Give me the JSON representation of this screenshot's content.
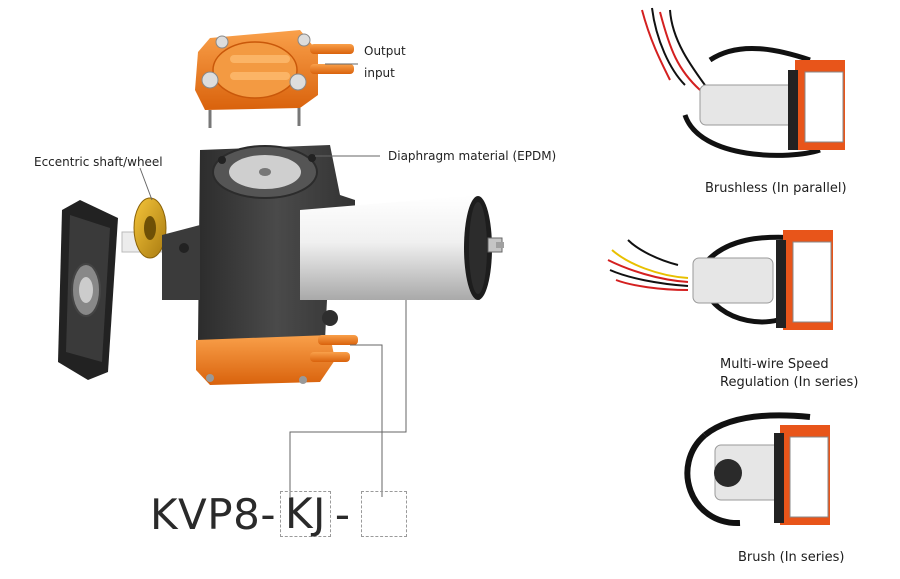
{
  "labels": {
    "output": "Output",
    "input": "input",
    "eccentric": "Eccentric shaft/wheel",
    "diaphragm": "Diaphragm material (EPDM)"
  },
  "model_code": {
    "prefix": "KVP8-",
    "variant": "KJ",
    "separator": "-",
    "suffix": ""
  },
  "variants": [
    {
      "caption": "Brushless (In parallel)"
    },
    {
      "caption_line1": "Multi-wire Speed",
      "caption_line2": "Regulation (In series)"
    },
    {
      "caption": "Brush (In series)"
    }
  ],
  "colors": {
    "pump_body": "#3d3d3d",
    "pump_head": "#f07a1a",
    "motor": "#e8e8e8",
    "wire_red": "#d42020",
    "wire_black": "#111111",
    "wire_yellow": "#e8c000"
  }
}
